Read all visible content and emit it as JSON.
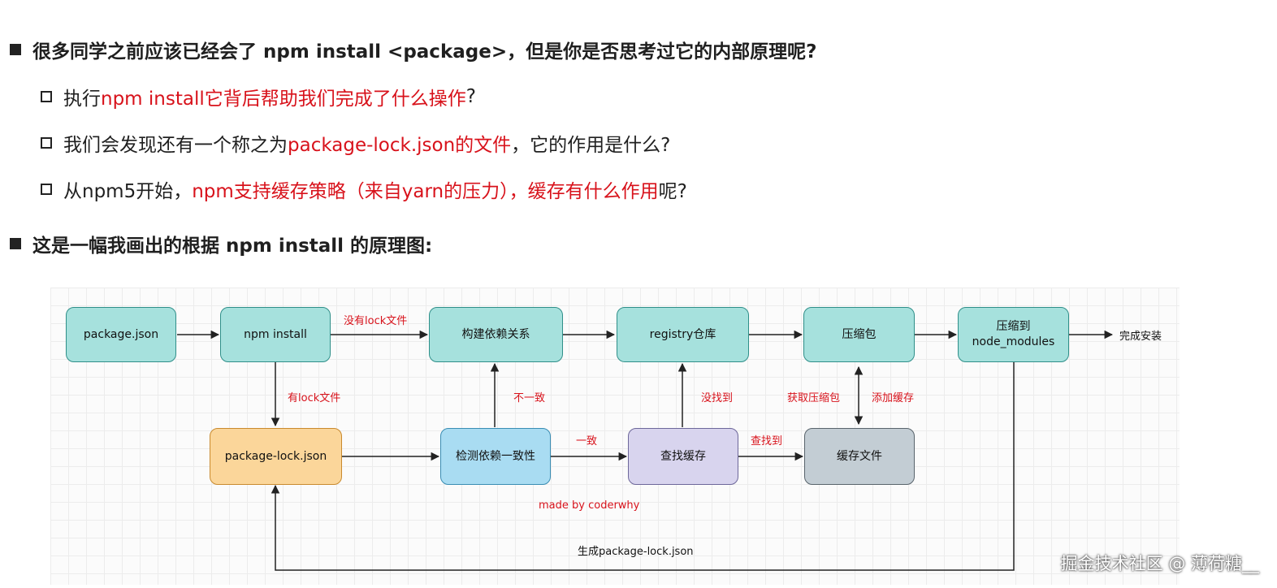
{
  "intro": {
    "q1": "很多同学之前应该已经会了 npm install <package>，但是你是否思考过它的内部原理呢?",
    "sub1_prefix": "执行 ",
    "sub1_red": "npm install它背后帮助我们完成了什么操作",
    "sub1_suffix": "?",
    "sub2_prefix": "我们会发现还有一个称之为",
    "sub2_red": "package-lock.json的文件",
    "sub2_suffix": "，它的作用是什么?",
    "sub3_prefix": "从npm5开始，",
    "sub3_red": "npm支持缓存策略（来自yarn的压力），缓存有什么作用",
    "sub3_suffix": "呢?",
    "q2": "这是一幅我画出的根据 npm install 的原理图:"
  },
  "diagram": {
    "nodes": {
      "package_json": "package.json",
      "npm_install": "npm install",
      "build_deps": "构建依赖关系",
      "registry": "registry仓库",
      "compress": "压缩包",
      "extract_to": "压缩到",
      "node_modules": "node_modules",
      "package_lock": "package-lock.json",
      "check_deps": "检测依赖一致性",
      "find_cache": "查找缓存",
      "cache_file": "缓存文件"
    },
    "labels": {
      "no_lock": "没有lock文件",
      "has_lock": "有lock文件",
      "inconsistent": "不一致",
      "consistent": "一致",
      "not_found": "没找到",
      "found": "查找到",
      "get_package": "获取压缩包",
      "add_cache": "添加缓存",
      "done": "完成安装",
      "made_by": "made by coderwhy",
      "gen_lock": "生成package-lock.json"
    },
    "colors": {
      "teal": "#a6e1dd",
      "orange": "#fbd69a",
      "blue": "#a9dcf2",
      "purple": "#d8d4ee",
      "gray": "#c3cdd4",
      "label_red": "#d8121b"
    }
  },
  "watermark": "掘金技术社区 @ 薄荷糖__"
}
